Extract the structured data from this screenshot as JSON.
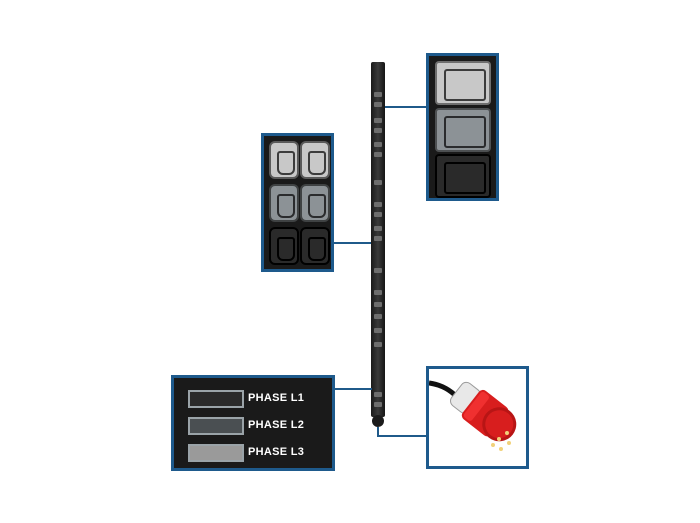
{
  "phases": [
    {
      "label": "PHASE L1",
      "color": "#2a2a2a"
    },
    {
      "label": "PHASE L2",
      "color": "#4a4f52"
    },
    {
      "label": "PHASE L3",
      "color": "#9a9a9a"
    }
  ],
  "colors": {
    "callout_border": "#1e5a8c",
    "connector": "#1f5a8a",
    "outlet_light": "#c8c8c8",
    "outlet_mid": "#8c9296",
    "outlet_dark": "#2a2a2a",
    "plug_red": "#d81e1e"
  },
  "callouts": {
    "c19_group": "c19-outlet-callout",
    "c13_group": "c13-outlet-callout",
    "phase_group": "phase-legend-callout",
    "plug_group": "input-plug-callout"
  }
}
